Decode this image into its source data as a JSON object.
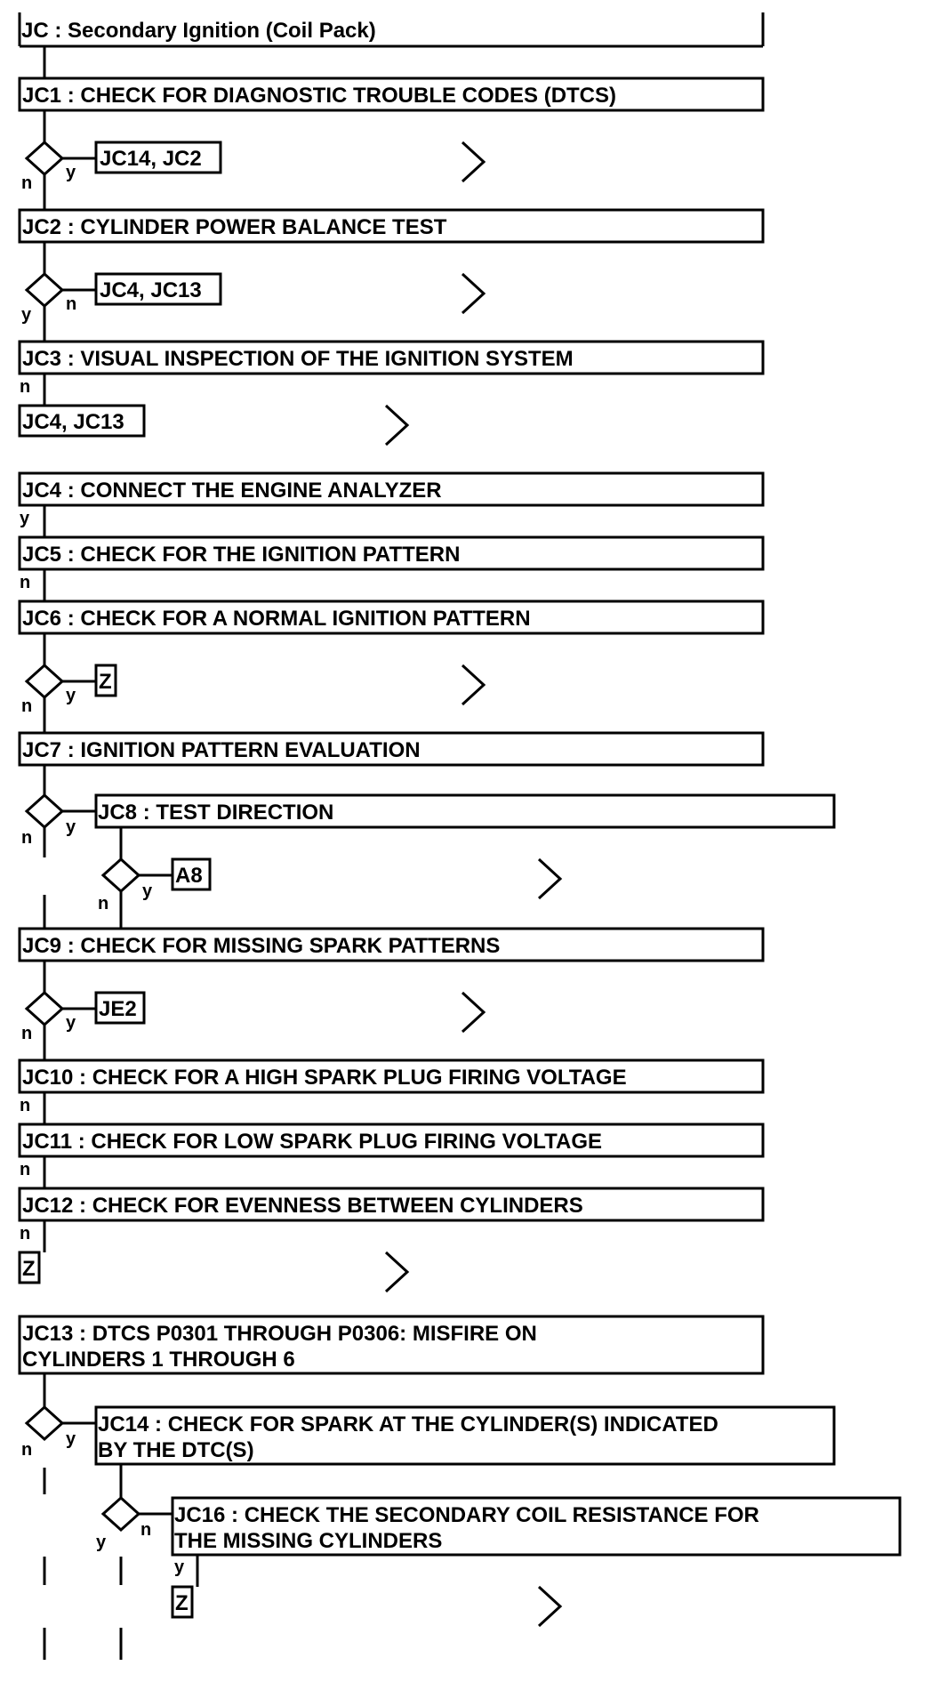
{
  "title": "JC : Secondary Ignition (Coil Pack)",
  "steps": {
    "jc1": "JC1 : CHECK FOR DIAGNOSTIC TROUBLE CODES (DTCS)",
    "jc2": "JC2 : CYLINDER POWER BALANCE TEST",
    "jc3": "JC3 : VISUAL INSPECTION OF THE IGNITION SYSTEM",
    "jc4": "JC4 : CONNECT THE ENGINE ANALYZER",
    "jc5": "JC5 : CHECK FOR THE IGNITION PATTERN",
    "jc6": "JC6 : CHECK FOR A NORMAL IGNITION PATTERN",
    "jc7": "JC7 : IGNITION PATTERN EVALUATION",
    "jc8": "JC8 : TEST DIRECTION",
    "jc9": "JC9 : CHECK FOR MISSING SPARK PATTERNS",
    "jc10": "JC10 : CHECK FOR A HIGH SPARK PLUG FIRING VOLTAGE",
    "jc11": "JC11 : CHECK FOR LOW SPARK PLUG FIRING VOLTAGE",
    "jc12": "JC12 : CHECK FOR EVENNESS BETWEEN CYLINDERS",
    "jc13_line1": "JC13 : DTCS P0301 THROUGH P0306: MISFIRE ON",
    "jc13_line2": "CYLINDERS 1 THROUGH 6",
    "jc14_line1": "JC14 : CHECK FOR SPARK AT THE CYLINDER(S) INDICATED",
    "jc14_line2": "BY THE DTC(S)",
    "jc16_line1": "JC16 : CHECK THE SECONDARY COIL RESISTANCE FOR",
    "jc16_line2": "THE MISSING CYLINDERS"
  },
  "refs": {
    "jc1_yes": "JC14, JC2",
    "jc2_no": "JC4, JC13",
    "jc3_no": "JC4, JC13",
    "jc6_yes": "Z",
    "jc8_yes": "A8",
    "jc9_yes": "JE2",
    "jc12_no": "Z",
    "jc16_yes": "Z"
  },
  "branch_labels": {
    "yes": "y",
    "no": "n"
  }
}
